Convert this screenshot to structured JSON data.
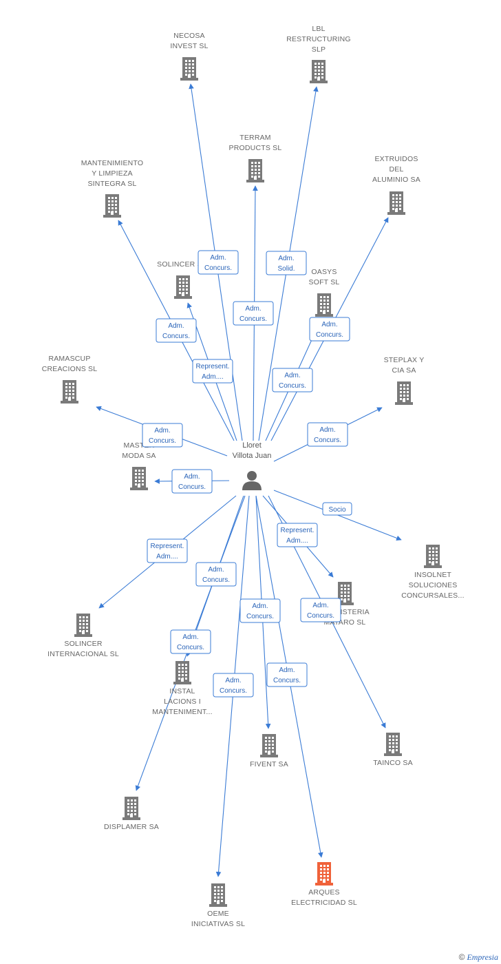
{
  "colors": {
    "edge": "#3a7bd5",
    "company": "#7a7a7a",
    "company_highlight": "#f0623a",
    "person": "#666666"
  },
  "center": {
    "id": "person",
    "label_lines": [
      "Lloret",
      "Villota Juan"
    ]
  },
  "nodes": [
    {
      "id": "necosa",
      "label_lines": [
        "NECOSA",
        "INVEST SL"
      ]
    },
    {
      "id": "lbl",
      "label_lines": [
        "LBL",
        "RESTRUCTURING",
        "SLP"
      ]
    },
    {
      "id": "terram",
      "label_lines": [
        "TERRAM",
        "PRODUCTS SL"
      ]
    },
    {
      "id": "mantenimiento",
      "label_lines": [
        "MANTENIMIENTO",
        "Y LIMPIEZA",
        "SINTEGRA SL"
      ]
    },
    {
      "id": "extruidos",
      "label_lines": [
        "EXTRUIDOS",
        "DEL",
        "ALUMINIO SA"
      ]
    },
    {
      "id": "solincer",
      "label_lines": [
        "SOLINCER SL"
      ]
    },
    {
      "id": "oasys",
      "label_lines": [
        "OASYS",
        "SOFT SL"
      ]
    },
    {
      "id": "ramascup",
      "label_lines": [
        "RAMASCUP",
        "CREACIONS SL"
      ]
    },
    {
      "id": "steplax",
      "label_lines": [
        "STEPLAX Y",
        "CIA SA"
      ]
    },
    {
      "id": "master",
      "label_lines": [
        "MASTER",
        "MODA SA"
      ]
    },
    {
      "id": "insolnet",
      "label_lines": [
        "INSOLNET",
        "SOLUCIONES",
        "CONCURSALES..."
      ]
    },
    {
      "id": "solincer_int",
      "label_lines": [
        "SOLINCER",
        "INTERNACIONAL SL"
      ]
    },
    {
      "id": "ebanisteria",
      "label_lines": [
        "EBANISTERIA",
        "MATARO SL"
      ]
    },
    {
      "id": "instal",
      "label_lines": [
        "INSTAL",
        "LACIONS I",
        "MANTENIMENT..."
      ]
    },
    {
      "id": "fivent",
      "label_lines": [
        "FIVENT SA"
      ]
    },
    {
      "id": "tainco",
      "label_lines": [
        "TAINCO SA"
      ]
    },
    {
      "id": "displamer",
      "label_lines": [
        "DISPLAMER SA"
      ]
    },
    {
      "id": "arques",
      "label_lines": [
        "ARQUES",
        "ELECTRICIDAD SL"
      ],
      "highlight": true
    },
    {
      "id": "oeme",
      "label_lines": [
        "OEME",
        "INICIATIVAS SL"
      ]
    }
  ],
  "edges": [
    {
      "to": "necosa",
      "label_lines": [
        "Adm.",
        "Concurs."
      ]
    },
    {
      "to": "lbl",
      "label_lines": [
        "Adm.",
        "Solid."
      ]
    },
    {
      "to": "terram",
      "label_lines": [
        "Adm.",
        "Concurs."
      ]
    },
    {
      "to": "mantenimiento",
      "label_lines": [
        "Adm.",
        "Concurs."
      ]
    },
    {
      "to": "extruidos",
      "label_lines": [
        "Adm.",
        "Concurs."
      ]
    },
    {
      "to": "solincer",
      "label_lines": [
        "Represent.",
        "Adm...."
      ]
    },
    {
      "to": "oasys",
      "label_lines": [
        "Adm.",
        "Concurs."
      ]
    },
    {
      "to": "ramascup",
      "label_lines": [
        "Adm.",
        "Concurs."
      ]
    },
    {
      "to": "steplax",
      "label_lines": [
        "Adm.",
        "Concurs."
      ]
    },
    {
      "to": "master",
      "label_lines": [
        "Adm.",
        "Concurs."
      ]
    },
    {
      "to": "insolnet",
      "label_lines": [
        "Socio"
      ]
    },
    {
      "to": "solincer_int",
      "label_lines": [
        "Represent.",
        "Adm...."
      ]
    },
    {
      "to": "ebanisteria",
      "label_lines": [
        "Represent.",
        "Adm...."
      ]
    },
    {
      "to": "instal",
      "label_lines": [
        "Adm.",
        "Concurs."
      ]
    },
    {
      "to": "fivent",
      "label_lines": [
        "Adm.",
        "Concurs."
      ]
    },
    {
      "to": "tainco",
      "label_lines": [
        "Adm.",
        "Concurs."
      ]
    },
    {
      "to": "displamer",
      "label_lines": [
        "Adm.",
        "Concurs."
      ]
    },
    {
      "to": "arques",
      "label_lines": [
        "Adm.",
        "Concurs."
      ]
    },
    {
      "to": "oeme",
      "label_lines": [
        "Adm.",
        "Concurs."
      ]
    }
  ],
  "footer": {
    "copyright": "©",
    "brand": "Empresia"
  }
}
